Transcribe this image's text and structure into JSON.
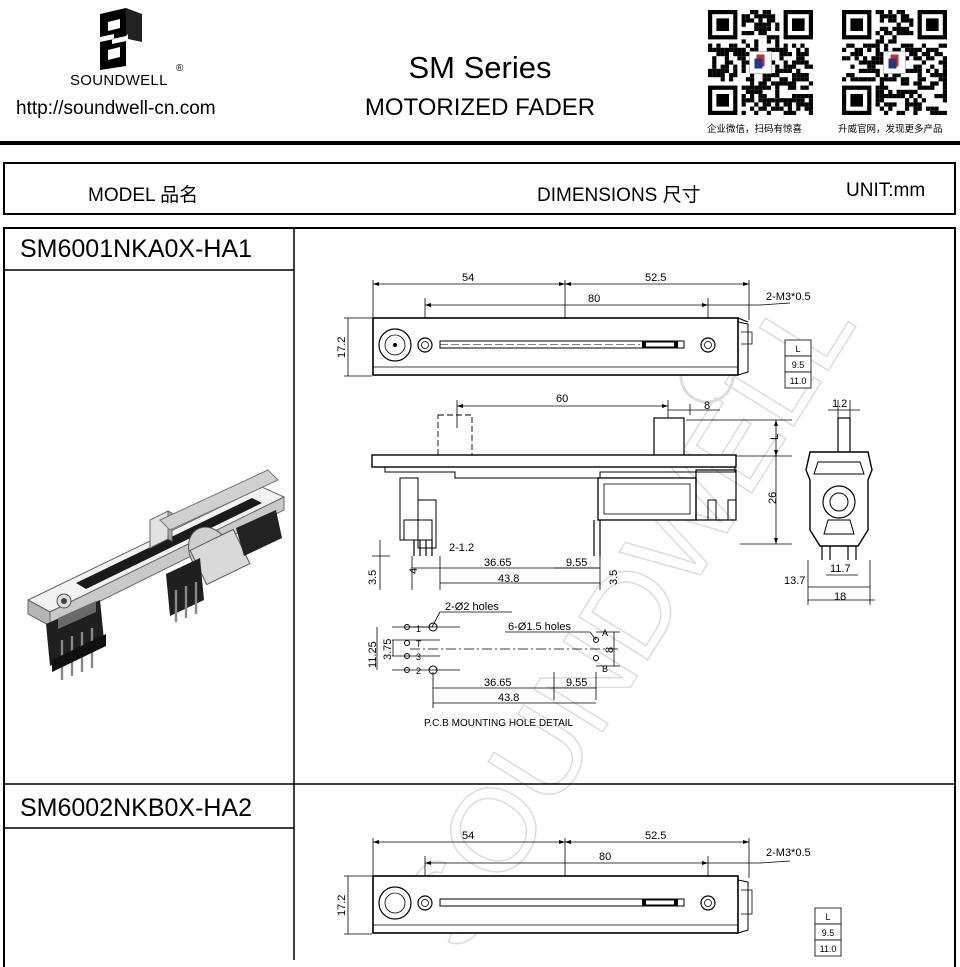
{
  "header": {
    "brand": "SOUNDWELL",
    "registered_mark": "®",
    "website": "http://soundwell-cn.com",
    "title": "SM Series",
    "subtitle": "MOTORIZED FADER",
    "qr_codes": [
      {
        "caption": "企业微信，扫码有惊喜"
      },
      {
        "caption": "升威官网，发现更多产品"
      }
    ]
  },
  "table_header": {
    "model": "MODEL 品名",
    "dimensions": "DIMENSIONS 尺寸",
    "unit": "UNIT:mm"
  },
  "products": [
    {
      "model": "SM6001NKA0X-HA1",
      "top_view": {
        "dim_54": "54",
        "dim_52_5": "52.5",
        "dim_80": "80",
        "screw": "2-M3*0.5",
        "dim_17_2": "17.2",
        "table": [
          "L",
          "9.5",
          "11.0"
        ]
      },
      "side_view": {
        "dim_60": "60",
        "dim_8": "8",
        "dim_L": "L",
        "dim_26": "26",
        "dim_2_1_2": "2-1.2",
        "dim_36_65": "36.65",
        "dim_9_55": "9.55",
        "dim_43_8": "43.8",
        "dim_3_5_left": "3.5",
        "dim_4": "4",
        "dim_3_5_right": "3.5"
      },
      "end_view": {
        "dim_1_2": "1.2",
        "dim_11_7": "11.7",
        "dim_13_7": "13.7",
        "dim_18": "18"
      },
      "pcb_detail": {
        "holes_2": "2-Ø2  holes",
        "holes_6": "6-Ø1.5 holes",
        "dim_11_25": "11.25",
        "dim_3_75": "3.75",
        "dim_8": "8",
        "dim_36_65": "36.65",
        "dim_9_55": "9.55",
        "dim_43_8": "43.8",
        "pin_1": "1",
        "pin_T": "T",
        "pin_3": "3",
        "pin_2": "2",
        "pin_A": "A",
        "pin_B": "B",
        "caption": "P.C.B  MOUNTING HOLE DETAIL"
      }
    },
    {
      "model": "SM6002NKB0X-HA2",
      "top_view": {
        "dim_54": "54",
        "dim_52_5": "52.5",
        "dim_80": "80",
        "screw": "2-M3*0.5",
        "dim_17_2": "17.2",
        "table": [
          "L",
          "9.5",
          "11.0"
        ]
      }
    }
  ],
  "watermark": "SOUNDWELL"
}
